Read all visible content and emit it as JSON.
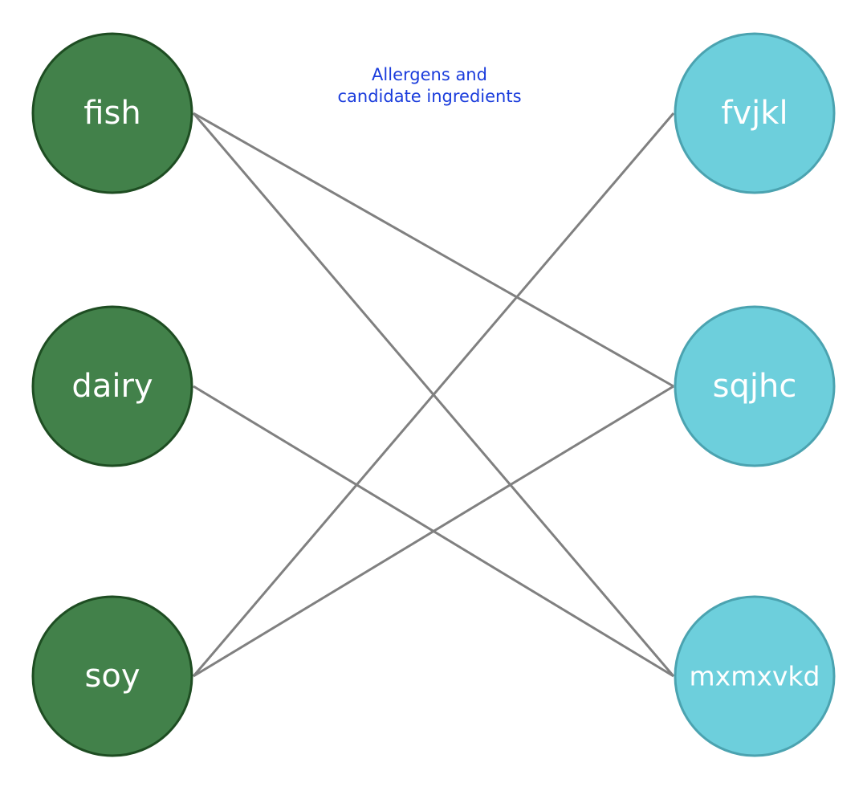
{
  "title_lines": [
    "Allergens and",
    "candidate ingredients"
  ],
  "colors": {
    "title": "#1a3cdc",
    "left_fill": "#42814a",
    "left_stroke": "#1e4d22",
    "right_fill": "#6dcfdc",
    "right_stroke": "#4ba3b0",
    "edge": "#808080"
  },
  "left_nodes": [
    {
      "id": "fish",
      "label": "fish"
    },
    {
      "id": "dairy",
      "label": "dairy"
    },
    {
      "id": "soy",
      "label": "soy"
    }
  ],
  "right_nodes": [
    {
      "id": "fvjkl",
      "label": "fvjkl"
    },
    {
      "id": "sqjhc",
      "label": "sqjhc"
    },
    {
      "id": "mxmxvkd",
      "label": "mxmxvkd"
    }
  ],
  "edges": [
    {
      "from": "fish",
      "to": "sqjhc"
    },
    {
      "from": "fish",
      "to": "mxmxvkd"
    },
    {
      "from": "dairy",
      "to": "mxmxvkd"
    },
    {
      "from": "soy",
      "to": "fvjkl"
    },
    {
      "from": "soy",
      "to": "sqjhc"
    }
  ]
}
